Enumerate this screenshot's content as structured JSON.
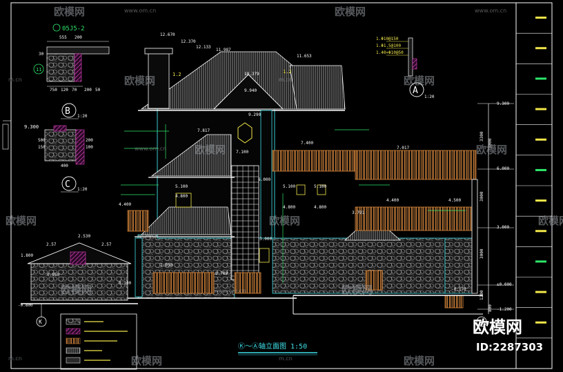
{
  "drawing": {
    "title": "Ⓚ～Ⓐ轴立面图 1:50",
    "title_axis_from": "Ⓚ",
    "title_sep": "～",
    "title_axis_to": "Ⓐ",
    "title_main": "轴立面图 1:50"
  },
  "watermark": {
    "brand": "欧模网",
    "url": "www.om.cn",
    "url_short": "m.cn",
    "id": "ID:2287303"
  },
  "detail_callouts": {
    "top_left_ref": "05J5-2",
    "top_left_dims": [
      "555",
      "200",
      "750",
      "120",
      "70",
      "30",
      "200",
      "50"
    ],
    "top_left_item": "11",
    "b_label": "B",
    "b_scale": "1:20",
    "b_elev": "9.300",
    "b_dims": [
      "400",
      "500",
      "150",
      "200",
      "100"
    ],
    "c_label": "C",
    "c_scale": "1:20",
    "a_label": "A",
    "a_scale": "1:20",
    "a_notes": [
      "1.Φ10@150",
      "1.Φ1.5@100",
      "1.40×Φ10@50"
    ]
  },
  "elevations": {
    "ridge_left_1": "12.670",
    "ridge_left_2": "12.370",
    "ridge_left_3": "12.133",
    "ridge_mid": "11.987",
    "ridge_right": "11.653",
    "mid_left": "10.379",
    "mid_centre": "9.940",
    "mid_centre_2": "9.290",
    "level_9300": "9.300",
    "level_7817": "7.817",
    "level_7400": "7.400",
    "level_7100": "7.100",
    "level_7017": "7.017",
    "level_6000": "6.000",
    "level_5100a": "5.100",
    "level_5100b": "5.100",
    "level_5100c": "5.100",
    "level_4800a": "4.800",
    "level_4800b": "4.800",
    "level_4800c": "4.800",
    "level_4400a": "4.400",
    "level_4400b": "4.400",
    "level_4500": "4.500",
    "level_3791": "3.791",
    "level_3000a": "3.000",
    "level_3000b": "3.000",
    "level_2570": "2.570",
    "level_1800": "1.800",
    "level_1050": "1.050",
    "level_0950": "0.950",
    "level_0100": "0.100",
    "level_0700": "0.700",
    "level_zero": "±0.000",
    "level_m0170": "-0.170",
    "level_m0800": "-0.800",
    "level_m1200": "-1.200",
    "roof_slope_a": "1.2",
    "roof_slope_b": "1.2",
    "gable_2570a": "2.57",
    "gable_2570b": "2.57",
    "gable_2530": "2.530"
  },
  "vertical_dims": [
    "3300",
    "3000",
    "3000",
    "3000",
    "1200",
    "800"
  ],
  "axis_bubbles": {
    "left_bottom": "K",
    "right_bottom": "A"
  },
  "legend_rows": 5,
  "title_block_rows": 12,
  "colors": {
    "background": "#000000",
    "frame": "#ffffff",
    "roof": "#ffffff",
    "wall_line": "#3fe0e8",
    "stone": "#b8b8b8",
    "railing": "#e08a3a",
    "text_white": "#ffffff",
    "text_yellow": "#f2e84a",
    "text_green": "#2ee86a",
    "leader_green": "#2ee86a",
    "hatch_magenta": "#e040c0",
    "watermark": "#9aa0a6"
  }
}
